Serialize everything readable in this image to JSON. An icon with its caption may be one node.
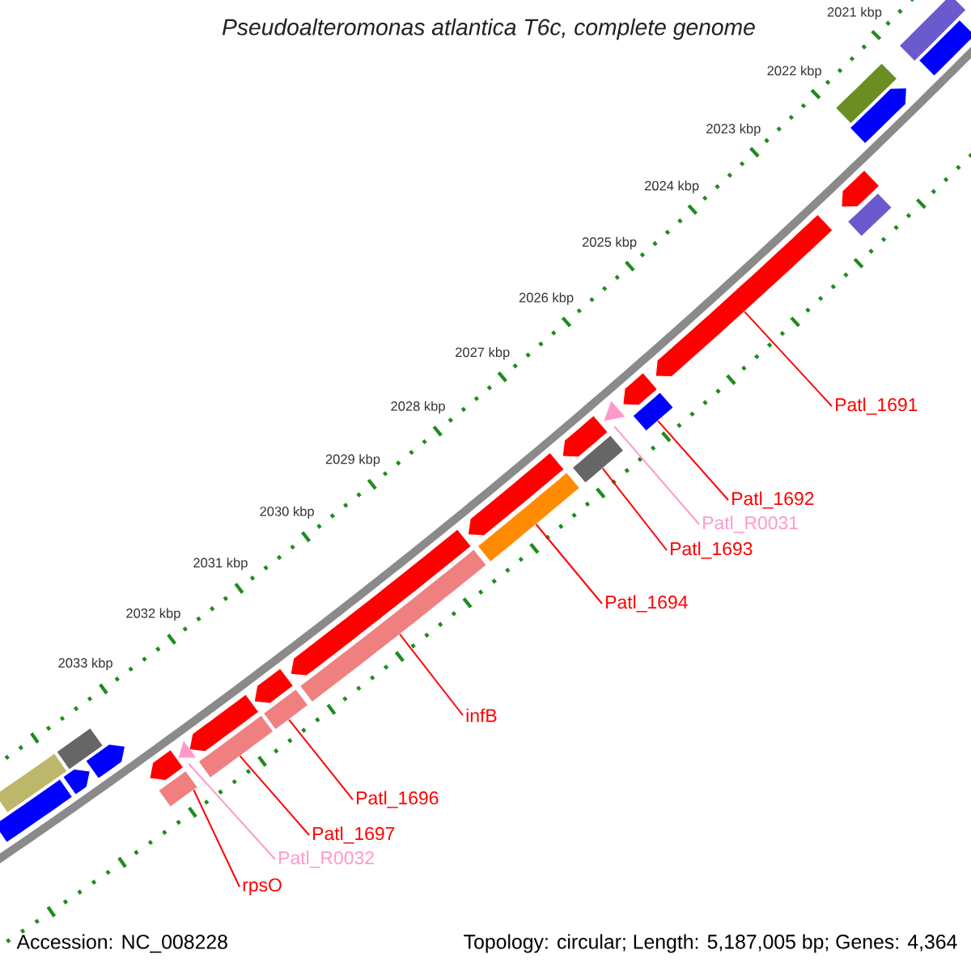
{
  "diagram": {
    "title": "Pseudoalteromonas atlantica T6c, complete genome",
    "nodes": [
      {
        "text": [
          "Patl_1691"
        ]
      },
      {
        "text": [
          "Patl_1692"
        ]
      },
      {
        "text": [
          "Patl_R0031"
        ]
      },
      {
        "text": [
          "Patl_1693"
        ]
      },
      {
        "text": [
          "Patl_1694"
        ]
      },
      {
        "text": [
          "infB"
        ]
      },
      {
        "text": [
          "Patl_1696"
        ]
      },
      {
        "text": [
          "Patl_1697"
        ]
      },
      {
        "text": [
          "Patl_R0032"
        ]
      },
      {
        "text": [
          "rpsO"
        ]
      },
      {
        "text": [],
        "shape": "arrow"
      },
      {
        "text": [],
        "shape": "arrow"
      },
      {
        "text": [],
        "shape": "triangle"
      },
      {
        "text": [],
        "shape": "arrow"
      },
      {
        "text": [],
        "shape": "arrow"
      },
      {
        "text": [],
        "shape": "arrow"
      },
      {
        "text": [],
        "shape": "arrow"
      },
      {
        "text": [],
        "shape": "arrow"
      },
      {
        "text": [],
        "shape": "triangle"
      },
      {
        "text": [],
        "shape": "arrow"
      },
      {
        "text": [],
        "shape": "bar"
      },
      {
        "text": [],
        "shape": "bar"
      },
      {
        "text": [],
        "shape": "bar"
      },
      {
        "text": [],
        "shape": "arrow"
      },
      {
        "text": [],
        "shape": "arrow"
      },
      {
        "text": [],
        "shape": "bar"
      },
      {
        "text": [],
        "shape": "bar"
      },
      {
        "text": [],
        "shape": "bar"
      },
      {
        "text": [],
        "shape": "arrow"
      },
      {
        "text": [],
        "shape": "arrow"
      },
      {
        "text": [],
        "shape": "bar"
      }
    ],
    "edges": [
      {
        "from": 0,
        "to": 10,
        "arrow": "none"
      },
      {
        "from": 1,
        "to": 11,
        "arrow": "none"
      },
      {
        "from": 2,
        "to": 12,
        "arrow": "none",
        "color": "#ff99cc"
      },
      {
        "from": 3,
        "to": 13,
        "arrow": "none"
      },
      {
        "from": 4,
        "to": 14,
        "arrow": "none"
      },
      {
        "from": 5,
        "to": 15,
        "arrow": "none"
      },
      {
        "from": 6,
        "to": 16,
        "arrow": "none"
      },
      {
        "from": 7,
        "to": 17,
        "arrow": "none"
      },
      {
        "from": 8,
        "to": 18,
        "arrow": "none",
        "color": "#ff99cc"
      },
      {
        "from": 9,
        "to": 19,
        "arrow": "none"
      }
    ],
    "labels": [
      "2021 kbp",
      "2022 kbp",
      "2023 kbp",
      "2024 kbp",
      "2025 kbp",
      "2026 kbp",
      "2027 kbp",
      "2028 kbp",
      "2029 kbp",
      "2030 kbp",
      "2031 kbp",
      "2032 kbp",
      "2033 kbp",
      "Accession: NC_008228",
      "Topology: circular; Length: 5,187,005 bp; Genes: 4,364"
    ]
  }
}
